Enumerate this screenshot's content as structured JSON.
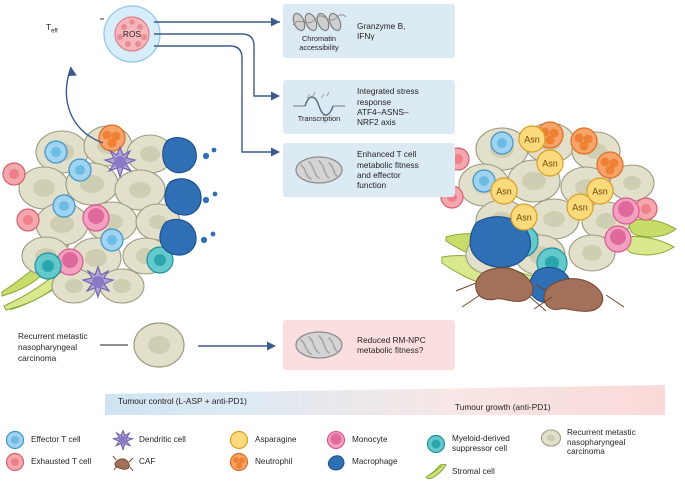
{
  "figure": {
    "teff_label": "T",
    "teff_sub": "eff",
    "ros_label": "ROS"
  },
  "callouts": [
    {
      "id": "chromatin",
      "icon_name": "chromatin-helix-icon",
      "icon_caption": "Chromatin\naccessibility",
      "text": "Granzyme B,\nIFNγ",
      "bg": "#dceaf4"
    },
    {
      "id": "transcription",
      "icon_name": "transcription-icon",
      "icon_caption": "Transcription",
      "text": "Integrated stress\nresponse\nATF4–ASNS–\nNRF2 axis",
      "bg": "#dceaf4"
    },
    {
      "id": "mitochondria",
      "icon_name": "mitochondrion-icon",
      "icon_caption": "",
      "text": "Enhanced T cell\nmetabolic fitness\nand effector\nfunction",
      "bg": "#dceaf4"
    },
    {
      "id": "reduced",
      "icon_name": "mitochondrion-icon",
      "icon_caption": "",
      "text": "Reduced RM-NPC\nmetabolic fitness?",
      "bg": "#fbdfe0"
    }
  ],
  "rmnpc_label": "Recurrent metastic\nnasopharyngeal\ncarcinoma",
  "asn_label": "Asn",
  "gradient_bar": {
    "left_text": "Tumour control (L-ASP + anti-PD1)",
    "right_text": "Tumour growth (anti-PD1)",
    "left_color": "#cfe3f2",
    "right_color": "#f9d9d8"
  },
  "legend": {
    "items": [
      {
        "label": "Effector T cell",
        "icon": "effector-t-cell-icon",
        "color": "#9fd3ef"
      },
      {
        "label": "Exhausted T cell",
        "icon": "exhausted-t-cell-icon",
        "color": "#f2a0a6"
      },
      {
        "label": "Dendritic cell",
        "icon": "dendritic-cell-icon",
        "color": "#9b8ec9"
      },
      {
        "label": "CAF",
        "icon": "caf-icon",
        "color": "#8b5e4c"
      },
      {
        "label": "Asparagine",
        "icon": "asparagine-icon",
        "color": "#fbd97d"
      },
      {
        "label": "Neutrophil",
        "icon": "neutrophil-icon",
        "color": "#f3843c"
      },
      {
        "label": "Monocyte",
        "icon": "monocyte-icon",
        "color": "#ef8fb0"
      },
      {
        "label": "Macrophage",
        "icon": "macrophage-icon",
        "color": "#2f6fb5"
      },
      {
        "label": "Myeloid-derived\nsuppressor cell",
        "icon": "mdsc-icon",
        "color": "#2fb3b9"
      },
      {
        "label": "Stromal cell",
        "icon": "stromal-cell-icon",
        "color": "#b6cf54"
      },
      {
        "label": "Recurrent metastic\nnasopharyngeal\ncarcinoma",
        "icon": "rmnpc-icon",
        "color": "#d8d6bd"
      }
    ]
  }
}
